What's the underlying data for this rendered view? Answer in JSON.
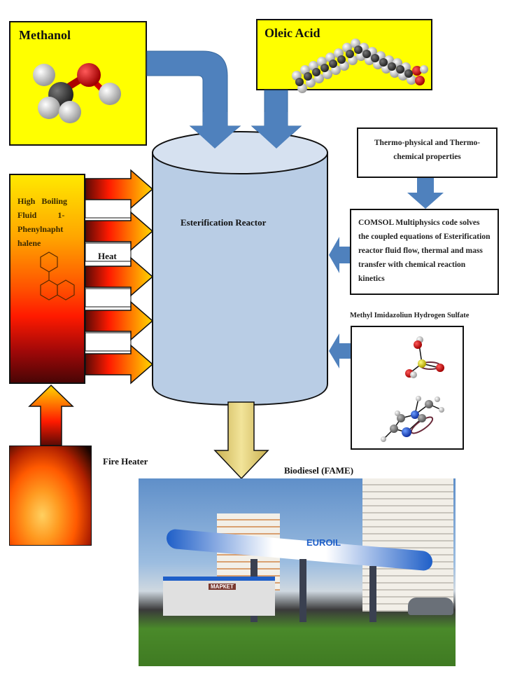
{
  "diagram": {
    "methanol": {
      "label": "Methanol",
      "molecule_icon": "methanol-molecule-icon"
    },
    "oleic_acid": {
      "label": "Oleic Acid",
      "molecule_icon": "oleic-acid-molecule-icon"
    },
    "reactor": {
      "label": "Esterification Reactor"
    },
    "properties": {
      "label": "Thermo-physical and Thermo-chemical properties"
    },
    "comsol": {
      "label": "COMSOL Multiphysics code solves the coupled equations of Esterification reactor fluid flow, thermal and mass transfer with chemical reaction kinetics"
    },
    "catalyst": {
      "label": "Methyl Imidazoliun Hydrogen Sulfate",
      "molecule_icon": "ionic-liquid-molecule-icon"
    },
    "heat_fluid": {
      "line1": "High   Boiling",
      "line2": "Fluid          1-",
      "line3": "Phenylnapht",
      "line4": "halene",
      "molecule_icon": "phenylnaphthalene-structure-icon"
    },
    "heat_label": "Heat",
    "fire_heater": {
      "label": "Fire Heater"
    },
    "product": {
      "label": "Biodiesel (FAME)",
      "image": "fuel-station-photo"
    },
    "station_sign": "EUROIL",
    "market_sign": "МАРКЕТ",
    "colors": {
      "yellow_box": "#ffff00",
      "flow_arrow": "#4f81bd",
      "reactor_fill": "#b9cde5",
      "reactor_top": "#d6e1f0",
      "product_arrow": "#d9c46a",
      "heat_dark": "#5a0a05",
      "heat_red": "#ff1a00",
      "heat_yellow": "#ffd700"
    }
  }
}
